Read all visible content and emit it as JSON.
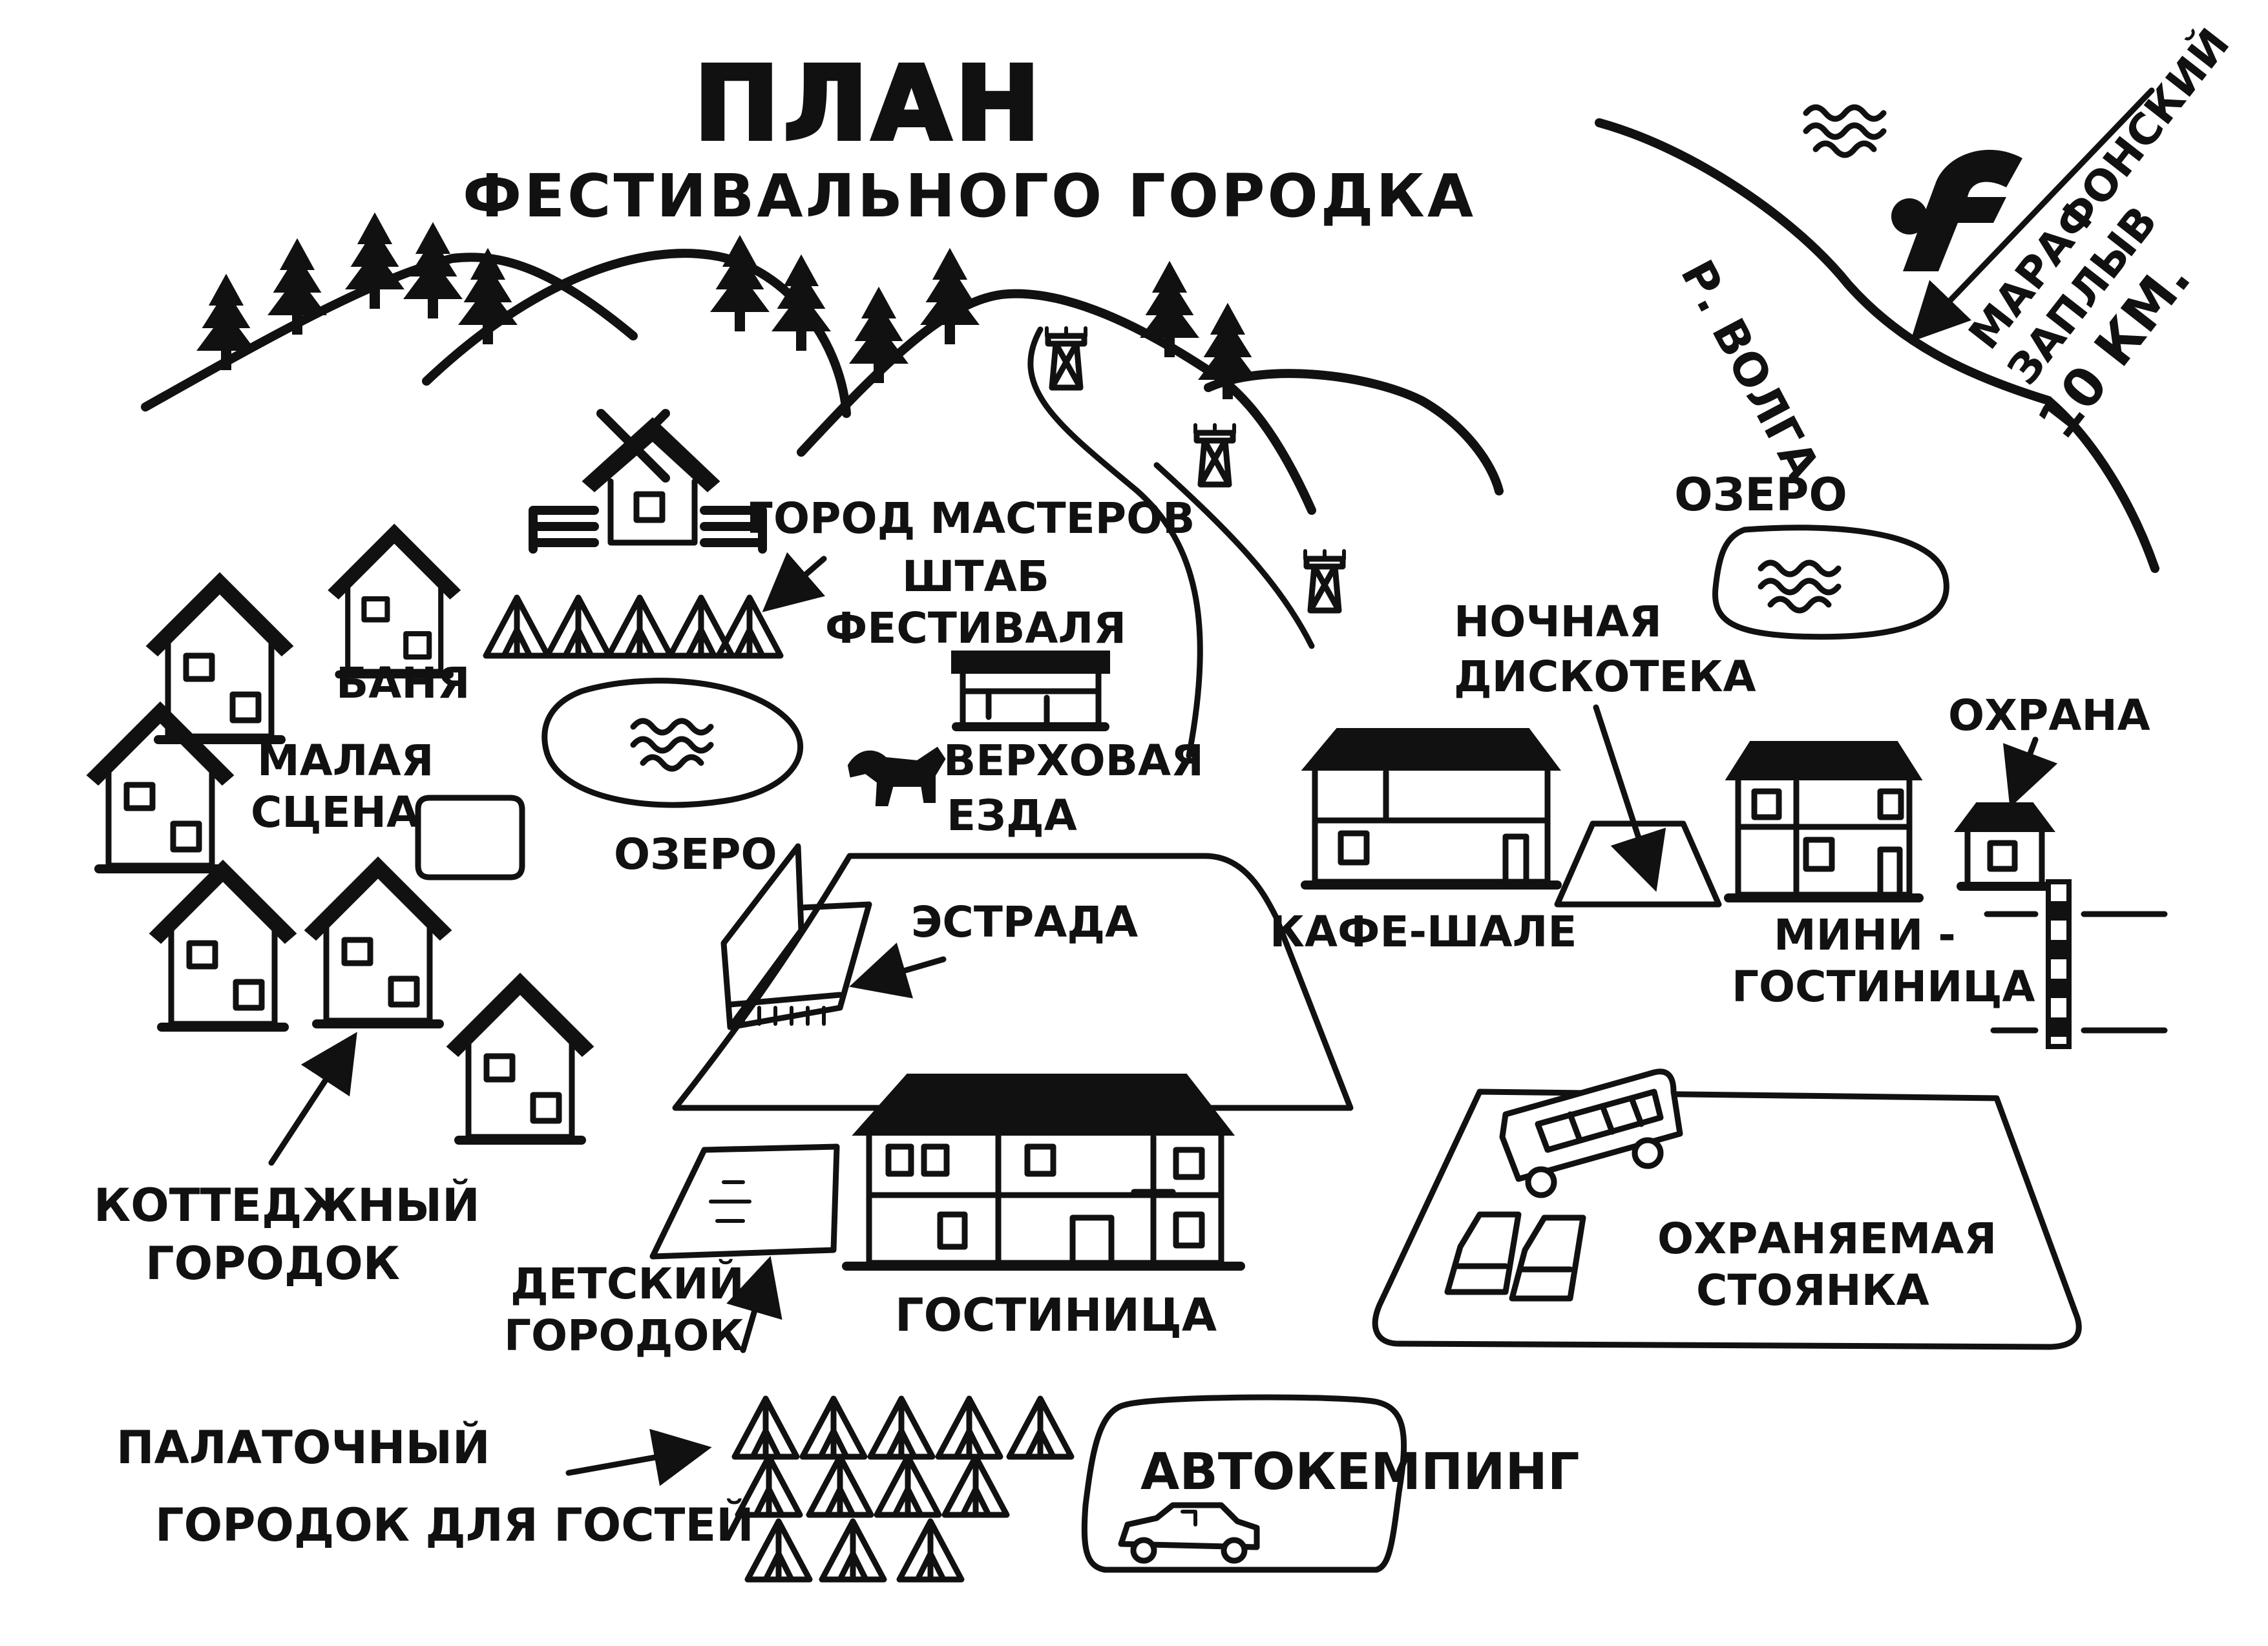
{
  "title": "ПЛАН",
  "subtitle": "ФЕСТИВАЛЬНОГО ГОРОДКА",
  "river": "Р. ВОЛГА",
  "marathon": {
    "line1": "МАРАФОНСКИЙ",
    "line2": "ЗАПЛЫВ",
    "line3": "10 КМ."
  },
  "labels": {
    "lake_right": "ОЗЕРО",
    "lake_center": "ОЗЕРО",
    "masters_town": "ГОРОД МАСТЕРОВ",
    "hq_1": "ШТАБ",
    "hq_2": "ФЕСТИВАЛЯ",
    "riding_1": "ВЕРХОВАЯ",
    "riding_2": "ЕЗДА",
    "banya": "БАНЯ",
    "small_stage_1": "МАЛАЯ",
    "small_stage_2": "СЦЕНА",
    "night_disco_1": "НОЧНАЯ",
    "night_disco_2": "ДИСКОТЕКА",
    "security": "ОХРАНА",
    "estrada": "ЭСТРАДА",
    "cafe": "КАФЕ-ШАЛЕ",
    "mini_hotel_1": "МИНИ -",
    "mini_hotel_2": "ГОСТИНИЦА",
    "cottage_1": "КОТТЕДЖНЫЙ",
    "cottage_2": "ГОРОДОК",
    "kids_1": "ДЕТСКИЙ",
    "kids_2": "ГОРОДОК",
    "hotel": "ГОСТИНИЦА",
    "parking_1": "ОХРАНЯЕМАЯ",
    "parking_2": "СТОЯНКА",
    "tents_1": "ПАЛАТОЧНЫЙ",
    "tents_2": "ГОРОДОК ДЛЯ ГОСТЕЙ",
    "autocamping": "АВТОКЕМПИНГ"
  },
  "icons": [
    "pine-tree-icon",
    "lift-pylon-icon",
    "house-icon",
    "tent-icon",
    "wave-icon",
    "horse-icon",
    "bus-icon",
    "car-icon",
    "festival-logo-icon",
    "arrow-icon",
    "barrier-icon"
  ],
  "colors": {
    "ink": "#111111",
    "paper": "#ffffff"
  }
}
